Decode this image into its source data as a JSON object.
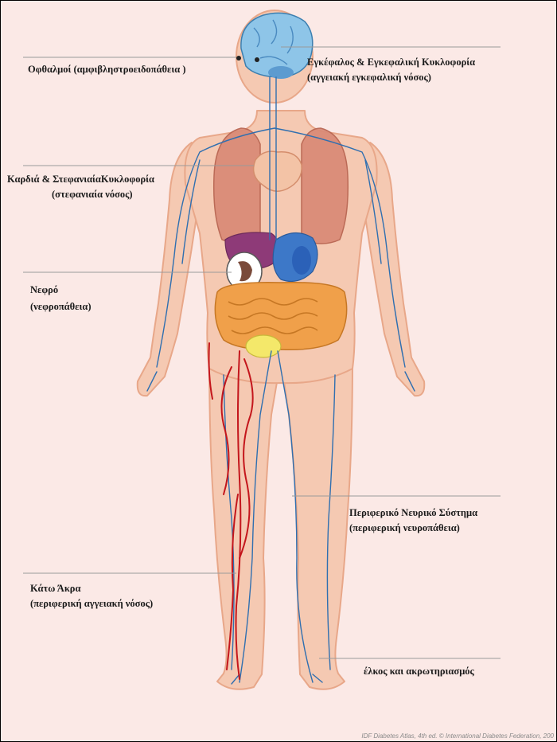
{
  "labels": {
    "eyes": {
      "line1": "Οφθαλμοί (αμφιβληστροειδοπάθεια )"
    },
    "brain": {
      "line1": "Εγκέφαλος & Εγκεφαλική Κυκλοφορία",
      "line2": "(αγγειακή εγκεφαλική νόσος)"
    },
    "heart": {
      "line1": "Καρδιά & ΣτεφανιαίαΚυκλοφορία",
      "line2": "(στεφανιαία νόσος)"
    },
    "kidney": {
      "line1": "Νεφρό",
      "line2": "(νεφροπάθεια)"
    },
    "nerves": {
      "line1": "Περιφερικό Νευρικό Σύστημα",
      "line2": "(περιφερική νευροπάθεια)"
    },
    "legs": {
      "line1": "Κάτω Άκρα",
      "line2": "(περιφερική αγγειακή νόσος)"
    },
    "feet": {
      "line1": "έλκος και ακρωτηριασμός"
    }
  },
  "credit": "IDF Diabetes Atlas, 4th ed. © International Diabetes Federation, 200",
  "colors": {
    "background": "#fbe9e6",
    "skin": "#f5c9b2",
    "skin_outline": "#e8a789",
    "vein": "#2f6fb0",
    "artery": "#c4161c",
    "brain": "#8ec5e8",
    "lungs": "#d98a76",
    "heart": "#f3c3a6",
    "liver": "#8e3a78",
    "stomach": "#3d78c8",
    "intestines": "#f0a04a",
    "bladder": "#f4e86a",
    "leader_line": "#9a9a9a"
  }
}
